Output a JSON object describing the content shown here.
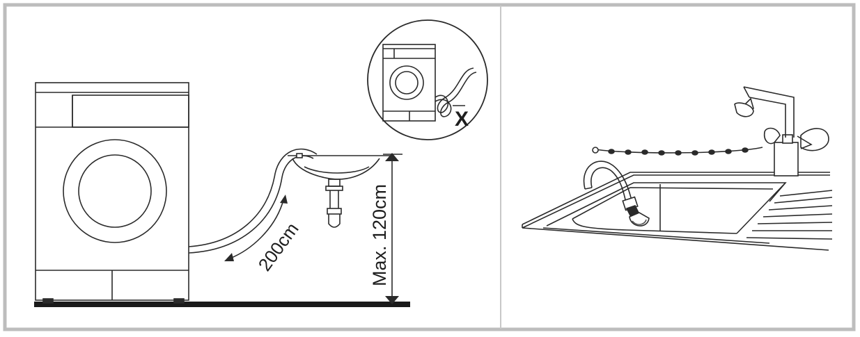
{
  "panels": {
    "left": {
      "hose_length_label": "200cm",
      "max_height_label": "Max. 120cm",
      "wrong_mark": "X"
    },
    "right": {}
  },
  "colors": {
    "frame_gray": "#bdbdbd",
    "line_ink": "#2a2a2a",
    "floor": "#1a1a1a",
    "background": "#ffffff"
  }
}
